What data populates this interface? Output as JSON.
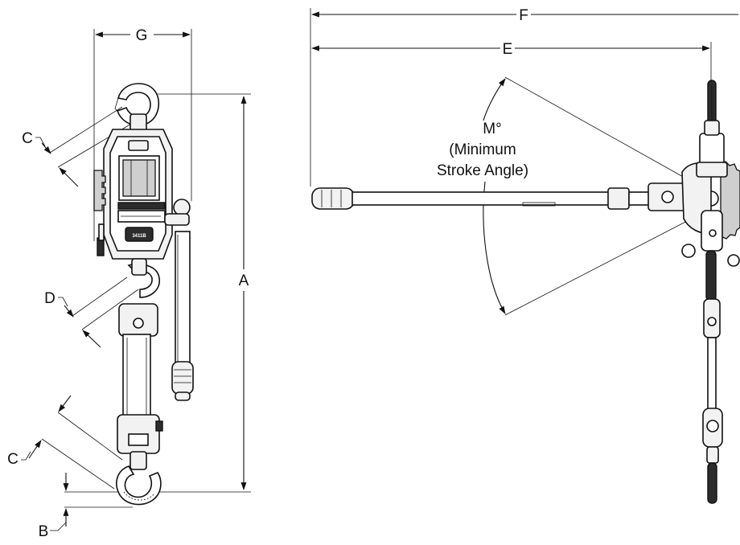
{
  "dimension_labels": {
    "a": "A",
    "b": "B",
    "c_upper": "C",
    "c_lower": "C",
    "d": "D",
    "e": "E",
    "f": "F",
    "g": "G"
  },
  "stroke_angle": {
    "symbol": "M°",
    "line1": "(Minimum",
    "line2": "Stroke Angle)"
  },
  "model_marking": "3411B"
}
